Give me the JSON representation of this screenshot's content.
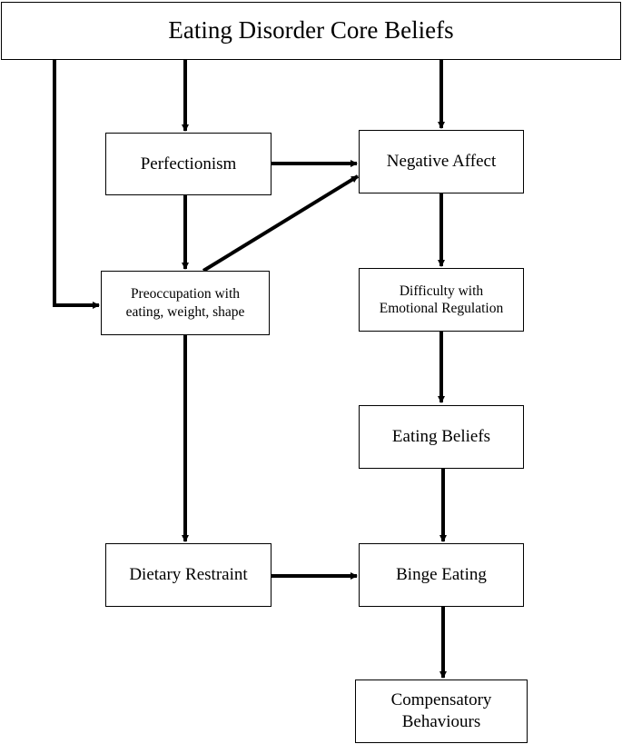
{
  "nodes": {
    "core_beliefs": "Eating Disorder Core Beliefs",
    "perfectionism": "Perfectionism",
    "negative_affect": "Negative Affect",
    "preoccupation_line1": "Preoccupation with",
    "preoccupation_line2": "eating, weight, shape",
    "difficulty_line1": "Difficulty with",
    "difficulty_line2": "Emotional Regulation",
    "eating_beliefs": "Eating Beliefs",
    "dietary_restraint": "Dietary Restraint",
    "binge_eating": "Binge Eating",
    "compensatory_line1": "Compensatory",
    "compensatory_line2": "Behaviours"
  }
}
